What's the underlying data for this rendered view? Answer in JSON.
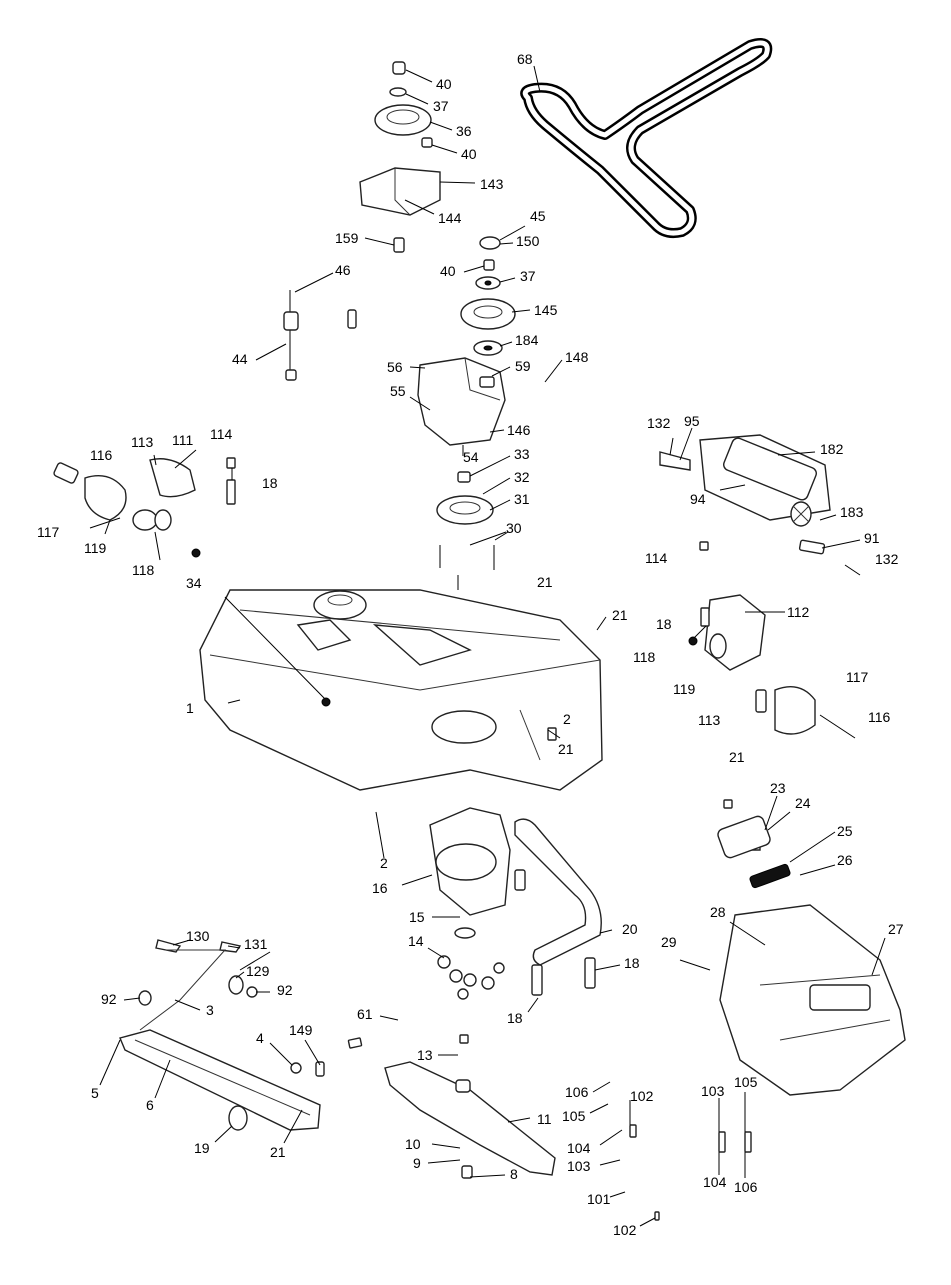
{
  "labels": {
    "l68": "68",
    "l40a": "40",
    "l37a": "37",
    "l36": "36",
    "l40b": "40",
    "l143": "143",
    "l144": "144",
    "l159": "159",
    "l45": "45",
    "l150": "150",
    "l40c": "40",
    "l37b": "37",
    "l46": "46",
    "l145": "145",
    "l44": "44",
    "l184": "184",
    "l56": "56",
    "l59": "59",
    "l148": "148",
    "l55": "55",
    "l146": "146",
    "l54": "54",
    "l33": "33",
    "l32": "32",
    "l31": "31",
    "l30": "30",
    "l113a": "113",
    "l111": "111",
    "l114a": "114",
    "l116a": "116",
    "l18a": "18",
    "l117a": "117",
    "l119a": "119",
    "l118a": "118",
    "l34": "34",
    "l21a": "21",
    "l132a": "132",
    "l95": "95",
    "l182": "182",
    "l94": "94",
    "l183": "183",
    "l91": "91",
    "l132b": "132",
    "l114b": "114",
    "l21b": "21",
    "l112": "112",
    "l18b": "18",
    "l118b": "118",
    "l117b": "117",
    "l119b": "119",
    "l113b": "113",
    "l116b": "116",
    "l1": "1",
    "l2a": "2",
    "l21c": "21",
    "l21d": "21",
    "l23": "23",
    "l24": "24",
    "l25": "25",
    "l26": "26",
    "l2b": "2",
    "l16": "16",
    "l15": "15",
    "l28": "28",
    "l27": "27",
    "l14": "14",
    "l20": "20",
    "l29": "29",
    "l18c": "18",
    "l18d": "18",
    "l130": "130",
    "l131": "131",
    "l129": "129",
    "l92a": "92",
    "l92b": "92",
    "l3": "3",
    "l61": "61",
    "l149": "149",
    "l4": "4",
    "l13": "13",
    "l5": "5",
    "l6": "6",
    "l106a": "106",
    "l102a": "102",
    "l105a": "105",
    "l11": "11",
    "l103a": "103",
    "l105b": "105",
    "l104a": "104",
    "l10": "10",
    "l103b": "103",
    "l9": "9",
    "l8": "8",
    "l19": "19",
    "l21e": "21",
    "l104b": "104",
    "l106b": "106",
    "l101": "101",
    "l102b": "102"
  }
}
